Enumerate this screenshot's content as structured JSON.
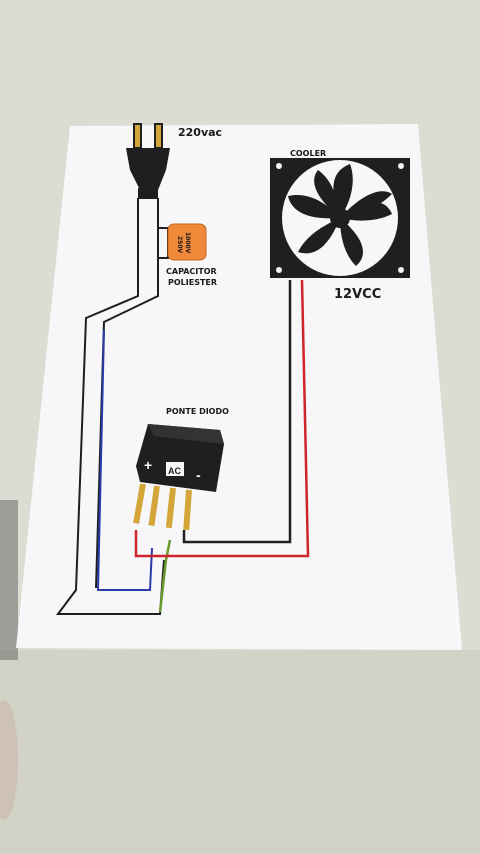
{
  "labels": {
    "power": "220vac",
    "capacitor_line1": "CAPACITOR",
    "capacitor_line2": "POLIESTER",
    "capacitor_marking_1": "1000V",
    "capacitor_marking_2": "250V",
    "cooler": "COOLER",
    "voltage": "12VCC",
    "bridge": "PONTE DIODO",
    "bridge_plus": "+",
    "bridge_ac": "AC",
    "bridge_minus": "-"
  },
  "colors": {
    "paper": "#f7f7f9",
    "table": "#dcdcd2",
    "ink": "#1f1f1f",
    "capacitor": "#f08a3a",
    "wire_red": "#d0242b",
    "wire_blue": "#2a3aa8",
    "wire_green": "#6b9b2e",
    "pin_gold": "#d4a63a"
  },
  "icons": {
    "plug": "plug-icon",
    "fan": "fan-icon",
    "capacitor": "capacitor-icon",
    "bridge": "bridge-rectifier-icon"
  }
}
